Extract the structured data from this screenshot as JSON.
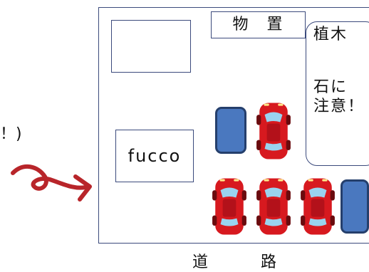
{
  "left_note": "！)",
  "storage_label": "物　置",
  "plants_label": "植木",
  "stone_warning_line1": "石に",
  "stone_warning_line2": "注意！",
  "fucco_label": "fucco",
  "road_label": "道　　　路",
  "colors": {
    "line": "#3b4a7c",
    "car_red": "#d7191f",
    "bike_blue": "#4a78bf",
    "arrow": "#b8252a"
  }
}
